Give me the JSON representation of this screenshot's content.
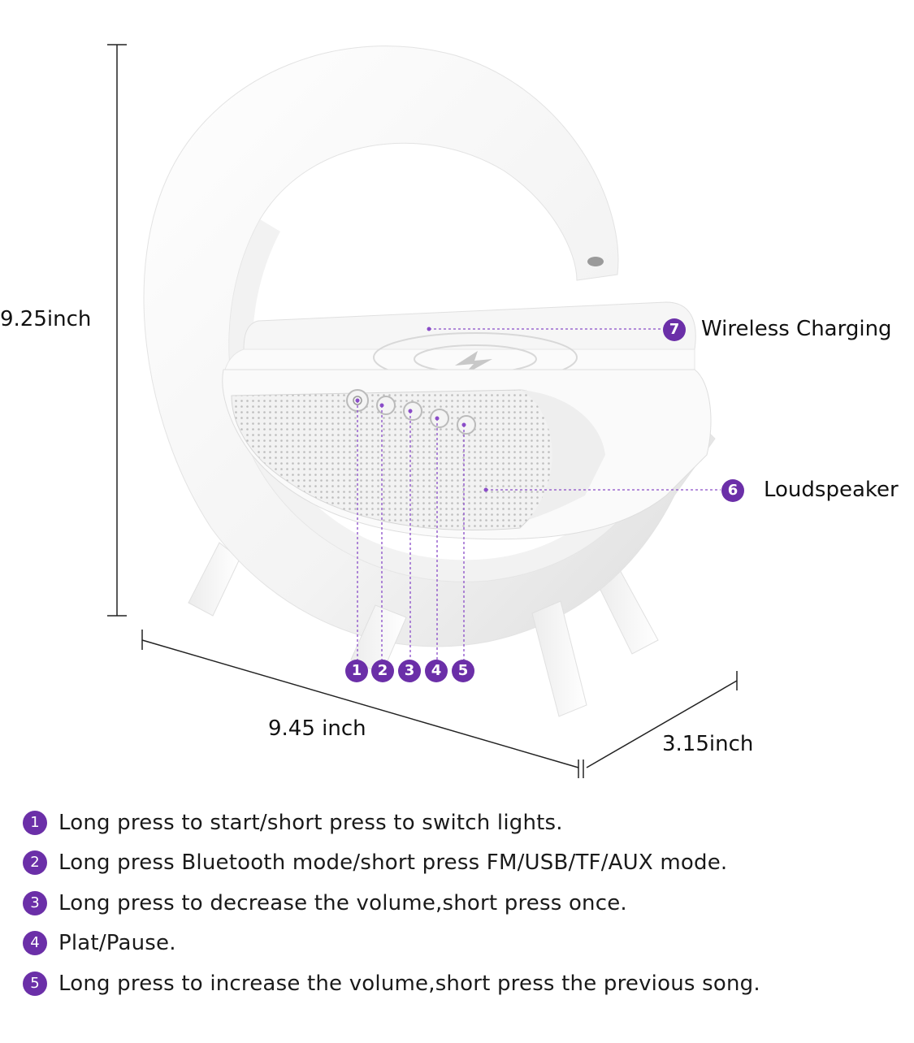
{
  "accent_color": "#6b2fa8",
  "dimensions": {
    "height": "9.25inch",
    "width": "9.45 inch",
    "depth": "3.15inch"
  },
  "callouts": [
    {
      "number": "7",
      "label": "Wireless Charging"
    },
    {
      "number": "6",
      "label": "Loudspeaker"
    }
  ],
  "button_badges": [
    "1",
    "2",
    "3",
    "4",
    "5"
  ],
  "instructions": [
    {
      "number": "1",
      "text": "Long press to start/short press to switch lights."
    },
    {
      "number": "2",
      "text": "Long press Bluetooth mode/short press FM/USB/TF/AUX mode."
    },
    {
      "number": "3",
      "text": "Long press to decrease the volume,short press once."
    },
    {
      "number": "4",
      "text": "Plat/Pause."
    },
    {
      "number": "5",
      "text": "Long press to increase the volume,short press the previous song."
    }
  ],
  "icons": {
    "charging": "lightning-bolt-icon"
  }
}
